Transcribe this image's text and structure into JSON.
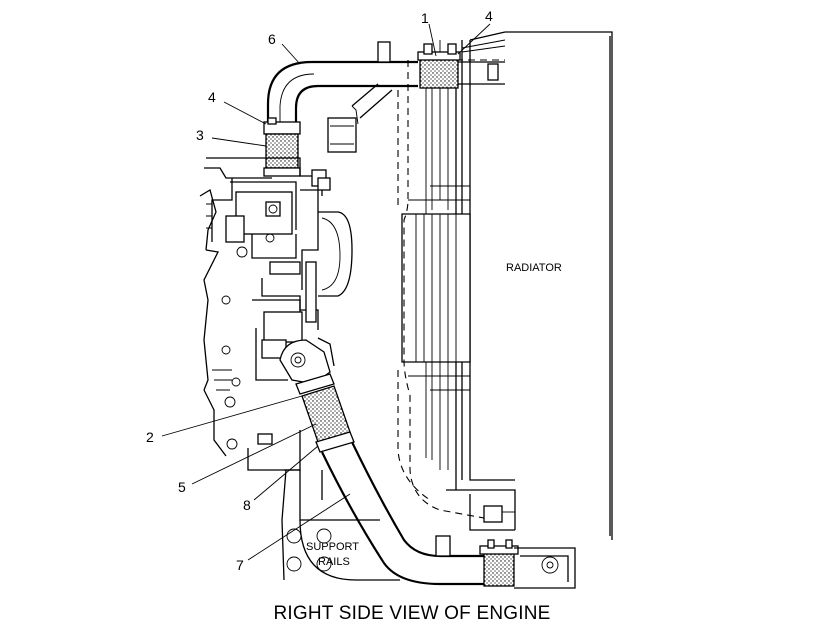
{
  "callouts": {
    "c1": "1",
    "c2": "2",
    "c3": "3",
    "c4a": "4",
    "c4b": "4",
    "c5": "5",
    "c6": "6",
    "c7": "7",
    "c8": "8"
  },
  "labels": {
    "radiator": "RADIATOR",
    "support_line1": "SUPPORT",
    "support_line2": "RAILS"
  },
  "caption": "RIGHT SIDE VIEW OF ENGINE"
}
